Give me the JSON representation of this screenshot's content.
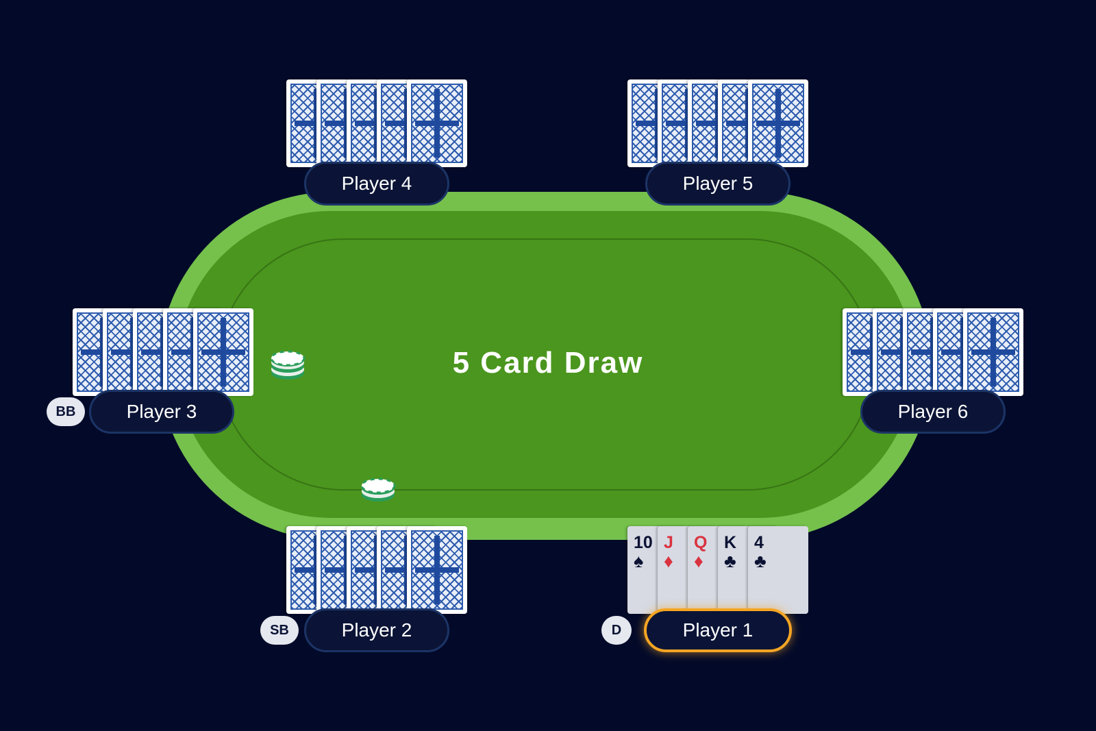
{
  "game": {
    "title": "5 Card Draw"
  },
  "players": {
    "p1": {
      "name": "Player 1",
      "badge": "D"
    },
    "p2": {
      "name": "Player 2",
      "badge": "SB"
    },
    "p3": {
      "name": "Player 3",
      "badge": "BB"
    },
    "p4": {
      "name": "Player 4"
    },
    "p5": {
      "name": "Player 5"
    },
    "p6": {
      "name": "Player 6"
    }
  },
  "p1_cards": [
    {
      "rank": "10",
      "suit": "♠",
      "color": "black"
    },
    {
      "rank": "J",
      "suit": "♦",
      "color": "red"
    },
    {
      "rank": "Q",
      "suit": "♦",
      "color": "red"
    },
    {
      "rank": "K",
      "suit": "♣",
      "color": "black"
    },
    {
      "rank": "4",
      "suit": "♣",
      "color": "black"
    }
  ],
  "colors": {
    "background": "#030a29",
    "felt": "#4b961e",
    "rail": "#75c14c",
    "label_bg": "#0b1436",
    "active_ring": "#f5a524",
    "card_back": "#2d5bad"
  }
}
